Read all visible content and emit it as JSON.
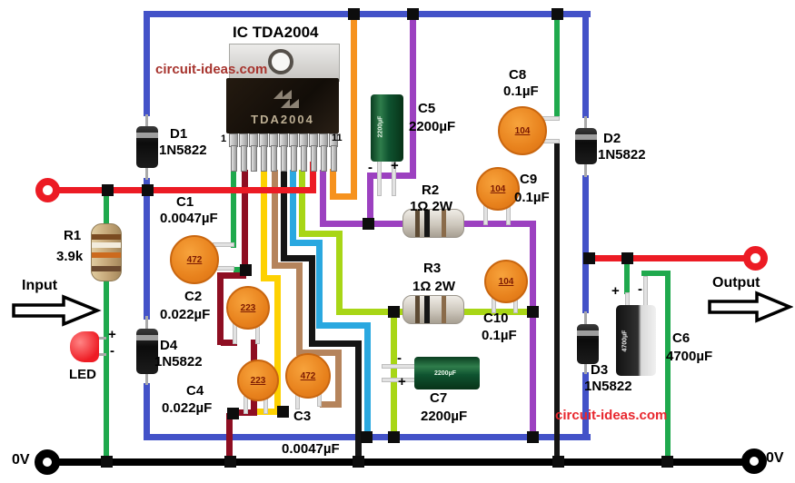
{
  "title": "IC TDA2004",
  "watermark_top": "circuit-ideas.com",
  "watermark_bottom": "circuit-ideas.com",
  "ic": {
    "chip_text": "TDA2004",
    "pin_first": "1",
    "pin_last": "11"
  },
  "terminals": {
    "input_label": "Input",
    "output_label": "Output",
    "ground_left_label": "0V",
    "ground_right_label": "0V"
  },
  "polarity": {
    "plus": "+",
    "minus": "-"
  },
  "components": {
    "r1": {
      "name": "R1",
      "value": "3.9k"
    },
    "r2": {
      "name": "R2",
      "value": "1Ω 2W"
    },
    "r3": {
      "name": "R3",
      "value": "1Ω 2W"
    },
    "c1": {
      "name": "C1",
      "value": "0.0047µF",
      "code": "472"
    },
    "c2": {
      "name": "C2",
      "value": "0.022µF",
      "code": "223"
    },
    "c3": {
      "name": "C3",
      "value": "0.0047µF",
      "code": "472"
    },
    "c4": {
      "name": "C4",
      "value": "0.022µF",
      "code": "223"
    },
    "c5": {
      "name": "C5",
      "value": "2200µF"
    },
    "c6": {
      "name": "C6",
      "value": "4700µF"
    },
    "c7": {
      "name": "C7",
      "value": "2200µF"
    },
    "c8": {
      "name": "C8",
      "value": "0.1µF",
      "code": "104"
    },
    "c9": {
      "name": "C9",
      "value": "0.1µF",
      "code": "104"
    },
    "c10": {
      "name": "C10",
      "value": "0.1µF",
      "code": "104"
    },
    "d1": {
      "name": "D1",
      "value": "1N5822"
    },
    "d2": {
      "name": "D2",
      "value": "1N5822"
    },
    "d3": {
      "name": "D3",
      "value": "1N5822"
    },
    "d4": {
      "name": "D4",
      "value": "1N5822"
    },
    "led": {
      "name": "LED"
    }
  },
  "colors": {
    "rail_blue": "#4352c8",
    "wire_red": "#ec1b24",
    "wire_green": "#1fa94d",
    "wire_maroon": "#8e0e22",
    "wire_yellow": "#fdd101",
    "wire_brown": "#b5845c",
    "wire_black": "#151515",
    "wire_cyan": "#2aa8e0",
    "wire_lime": "#a8d616",
    "wire_purple": "#9c41c0",
    "wire_orange": "#f6921e"
  }
}
